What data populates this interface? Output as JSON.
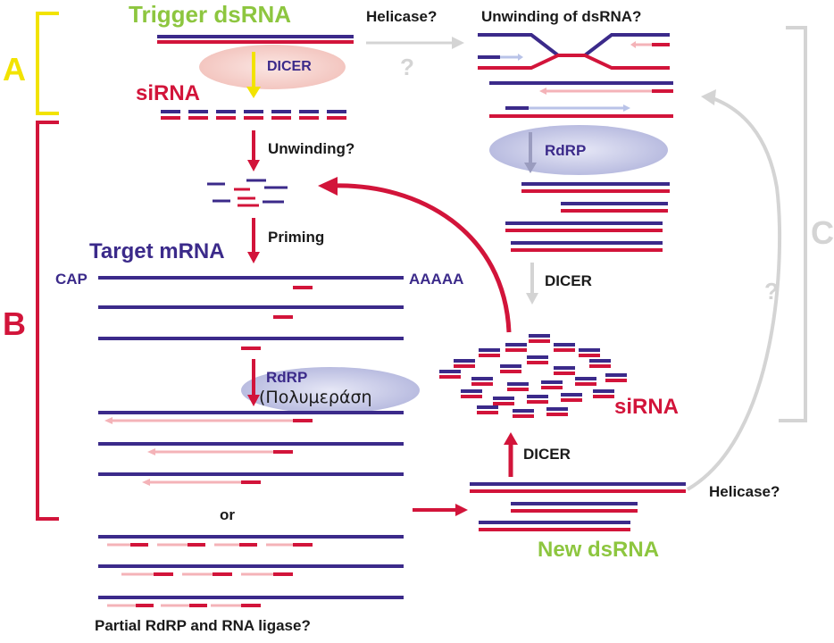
{
  "labels": {
    "trigger_dsrna": "Trigger dsRNA",
    "helicase_top": "Helicase?",
    "unwinding_dsrna": "Unwinding of dsRNA?",
    "question_top": "?",
    "dicer_top": "DICER",
    "sirna_top": "siRNA",
    "bracket_a": "A",
    "bracket_b": "B",
    "bracket_c": "C",
    "unwinding": "Unwinding?",
    "priming": "Priming",
    "target_mrna": "Target mRNA",
    "cap": "CAP",
    "polya": "AAAAA",
    "rdrp_right": "RdRP",
    "dicer_right": "DICER",
    "question_right": "?",
    "rdrp_left": "RdRP",
    "rdrp_greek": "(Πολυμεράση",
    "sirna_right": "siRNA",
    "dicer_bottom": "DICER",
    "helicase_bottom": "Helicase?",
    "or": "or",
    "new_dsrna": "New dsRNA",
    "partial_rdrp": "Partial RdRP and RNA ligase?"
  },
  "colors": {
    "navy_strand": "#3b2a8a",
    "red_strand": "#d2143a",
    "pink_strand": "#f4b3b8",
    "light_blue_strand": "#b9c3e8",
    "yellow": "#f2e300",
    "green": "#8dc63f",
    "grey": "#d4d4d4",
    "enzyme_blue": "#c9cbe8",
    "enzyme_pink": "#f7d3d0"
  }
}
